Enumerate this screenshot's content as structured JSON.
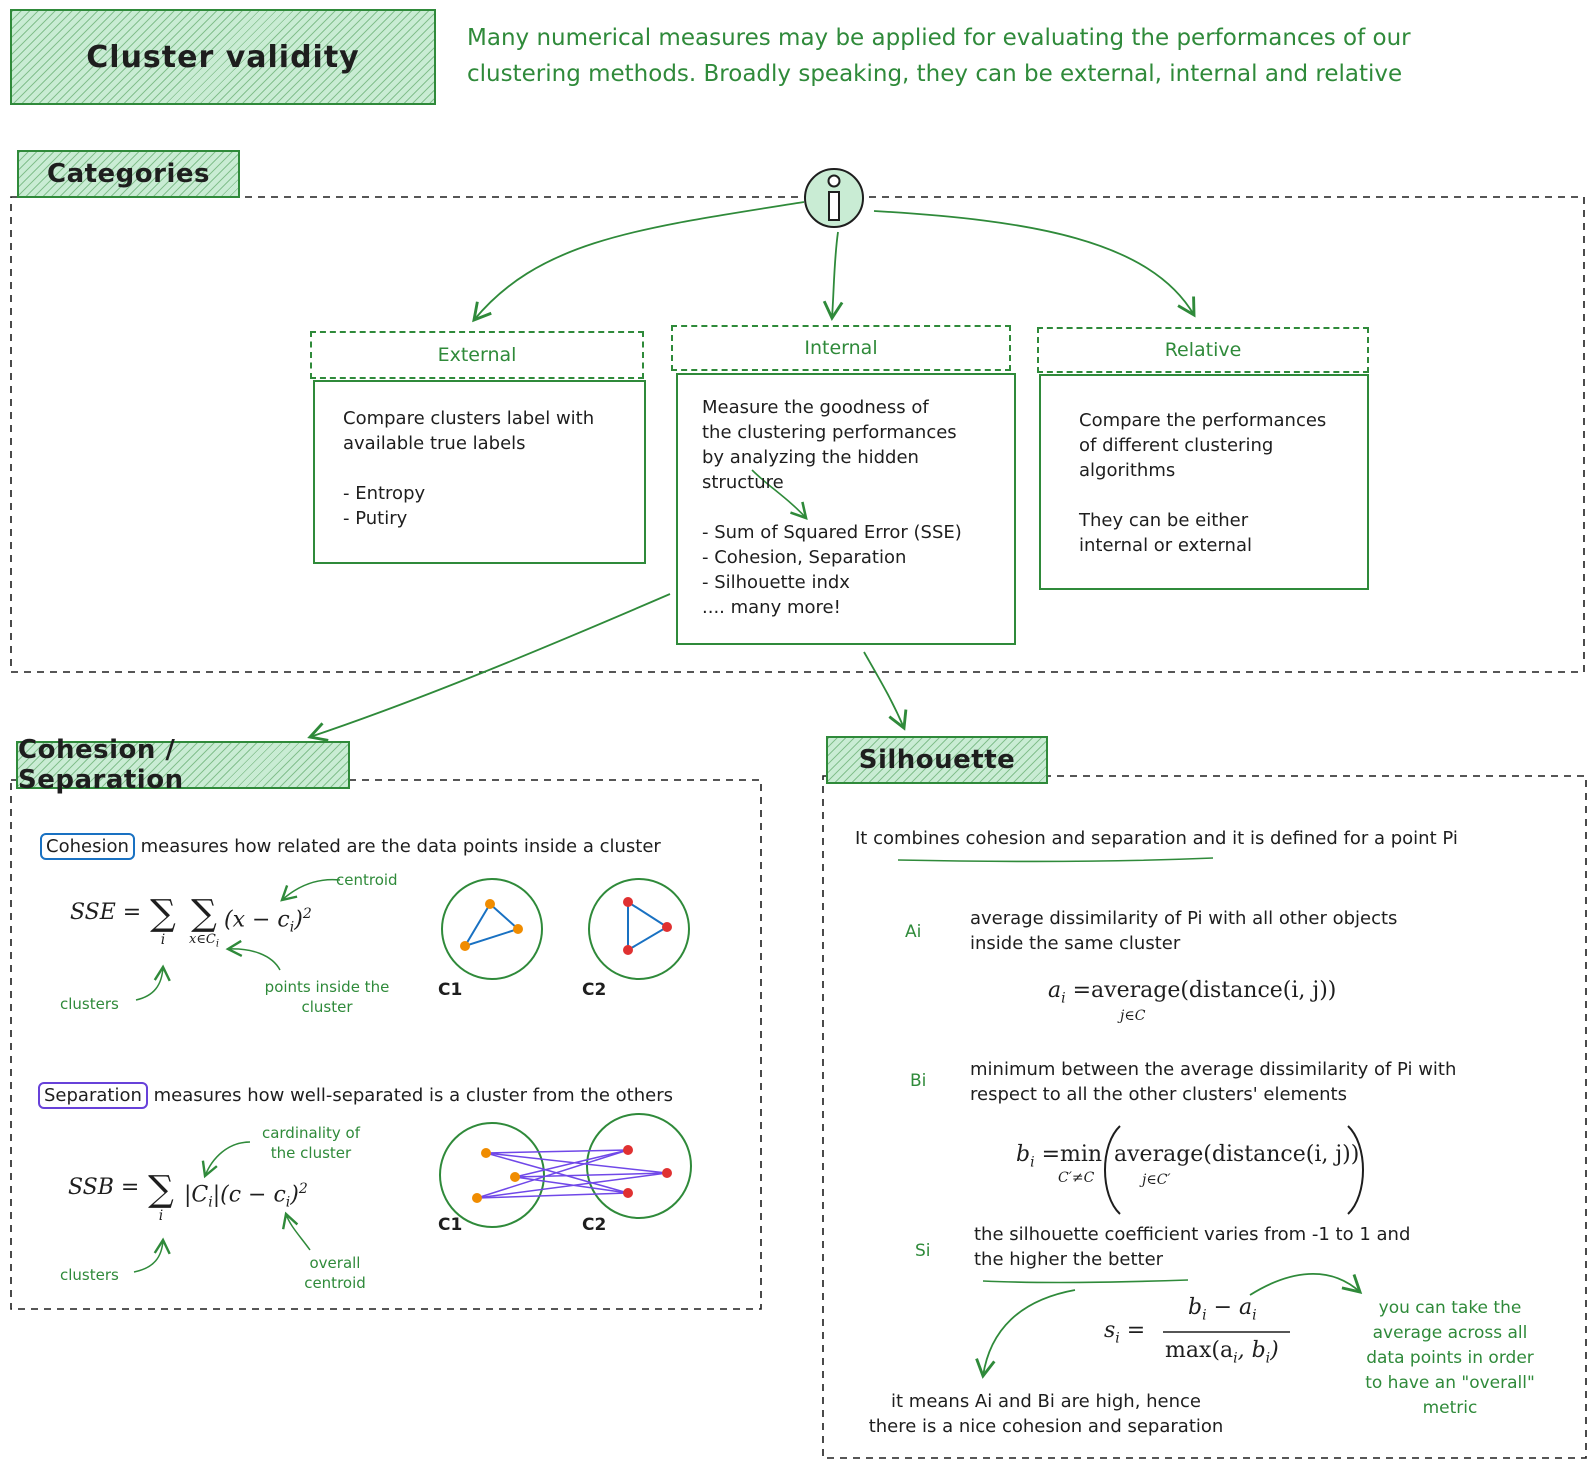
{
  "header": {
    "title": "Cluster validity",
    "intro_line1": "Many numerical measures may be applied for evaluating the performances of our",
    "intro_line2": "clustering methods. Broadly speaking, they can be external, internal and relative"
  },
  "categories": {
    "title": "Categories",
    "info_icon": "info-icon",
    "external": {
      "heading": "External",
      "lines": [
        "Compare clusters label with",
        "available true labels",
        "",
        "- Entropy",
        "- Putiry"
      ]
    },
    "internal": {
      "heading": "Internal",
      "lines": [
        "Measure the goodness of",
        "the clustering performances",
        "by analyzing the hidden",
        "structure",
        "",
        "- Sum of Squared Error (SSE)",
        "- Cohesion, Separation",
        "- Silhouette indx",
        ".... many more!"
      ]
    },
    "relative": {
      "heading": "Relative",
      "lines": [
        "Compare the performances",
        "of different clustering",
        "algorithms",
        "",
        "They can be either",
        "internal or external"
      ]
    }
  },
  "cohesion_separation": {
    "title": "Cohesion / Separation",
    "cohesion_tag": "Cohesion",
    "cohesion_text": "measures how related are the data points inside a cluster",
    "sse_formula": "SSE = Σ_i Σ_{x∈C_i} (x − c_i)²",
    "sse_lhs": "SSE =",
    "sse_sum1_sub": "i",
    "sse_sum2_sub": "x∈C",
    "sse_sum2_sub_i": "i",
    "sse_term": "(x − c",
    "sse_term_sub": "i",
    "sse_term_close": ")",
    "sse_sup": "2",
    "note_centroid": "centroid",
    "note_clusters": "clusters",
    "note_points_line1": "points inside the",
    "note_points_line2": "cluster",
    "cohesion_c1": "C1",
    "cohesion_c2": "C2",
    "separation_tag": "Separation",
    "separation_text": "measures how well-separated is a cluster from the others",
    "ssb_formula": "SSB = Σ_i |C_i|(c − c_i)²",
    "ssb_lhs": "SSB =",
    "ssb_sum_sub": "i",
    "ssb_term1": "|C",
    "ssb_term1_sub": "i",
    "ssb_term2": "|(c − c",
    "ssb_term2_sub": "i",
    "ssb_term_close": ")",
    "ssb_sup": "2",
    "note_cardinality_line1": "cardinality of",
    "note_cardinality_line2": "the cluster",
    "note_clusters2": "clusters",
    "note_overall_line1": "overall",
    "note_overall_line2": "centroid",
    "separation_c1": "C1",
    "separation_c2": "C2"
  },
  "silhouette": {
    "title": "Silhouette",
    "intro": "It combines cohesion and separation and it is defined for a point Pi",
    "ai_label": "Ai",
    "ai_line1": "average dissimilarity of Pi with all other objects",
    "ai_line2": "inside the same cluster",
    "ai_formula": "a_i = average_{j∈C}(distance(i, j))",
    "ai_lhs": "a",
    "ai_lhs_sub": "i",
    "ai_eq": " =average(distance(i, j))",
    "ai_under": "j∈C",
    "bi_label": "Bi",
    "bi_line1": "minimum between the average dissimilarity of Pi with",
    "bi_line2": "respect to all the other clusters' elements",
    "bi_formula": "b_i = min_{C'≠C}(average_{j∈C'}(distance(i, j)))",
    "bi_lhs": "b",
    "bi_lhs_sub": "i",
    "bi_min": " =min",
    "bi_min_under": "C′≠C",
    "bi_avg": "average(distance(i, j))",
    "bi_avg_under": "j∈C′",
    "si_label": "Si",
    "si_line1": "the silhouette coefficient varies from -1 to 1 and",
    "si_line2": "the higher the better",
    "si_formula": "s_i = (b_i − a_i) / max(a_i, b_i)",
    "si_lhs": "s",
    "si_lhs_sub": "i",
    "si_num": "b",
    "si_num_sub": "i",
    "si_num_mid": " − a",
    "si_num_sub2": "i",
    "si_den": "max(a",
    "si_den_sub": "i",
    "si_den_mid": ", b",
    "si_den_sub2": "i",
    "si_den_close": ")",
    "note_average_lines": [
      "you can take the",
      "average across all",
      "data points in order",
      "to have an \"overall\"",
      "metric"
    ],
    "conclusion_line1": "it means Ai and Bi are high, hence",
    "conclusion_line2": "there is a nice cohesion and separation"
  },
  "colors": {
    "green": "#2f8a3a",
    "title_fill": "#c9ecd4",
    "cohesion_tag": "#1971c2",
    "separation_tag": "#6741d9",
    "point_orange": "#f08c00",
    "point_red": "#e03131",
    "edge_blue": "#1971c2",
    "edge_purple": "#7048e8"
  }
}
